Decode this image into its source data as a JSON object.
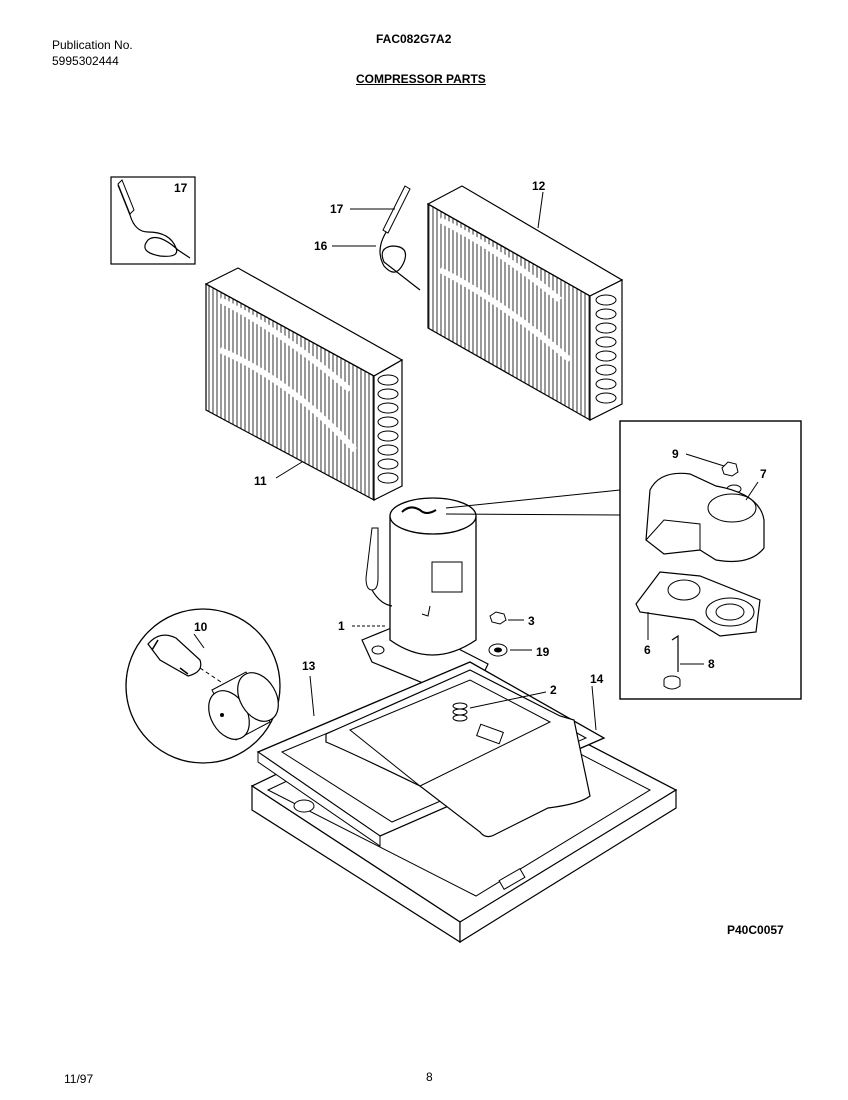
{
  "header": {
    "publication_label": "Publication No.",
    "publication_number": "5995302444",
    "model": "FAC082G7A2",
    "section_title": "COMPRESSOR PARTS"
  },
  "footer": {
    "date": "11/97",
    "page": "8",
    "drawing_code": "P40C0057"
  },
  "callouts": {
    "c1": "1",
    "c2": "2",
    "c3": "3",
    "c6": "6",
    "c7": "7",
    "c8": "8",
    "c9": "9",
    "c10": "10",
    "c11": "11",
    "c12": "12",
    "c13": "13",
    "c14": "14",
    "c16": "16",
    "c17a": "17",
    "c17b": "17",
    "c19": "19"
  }
}
